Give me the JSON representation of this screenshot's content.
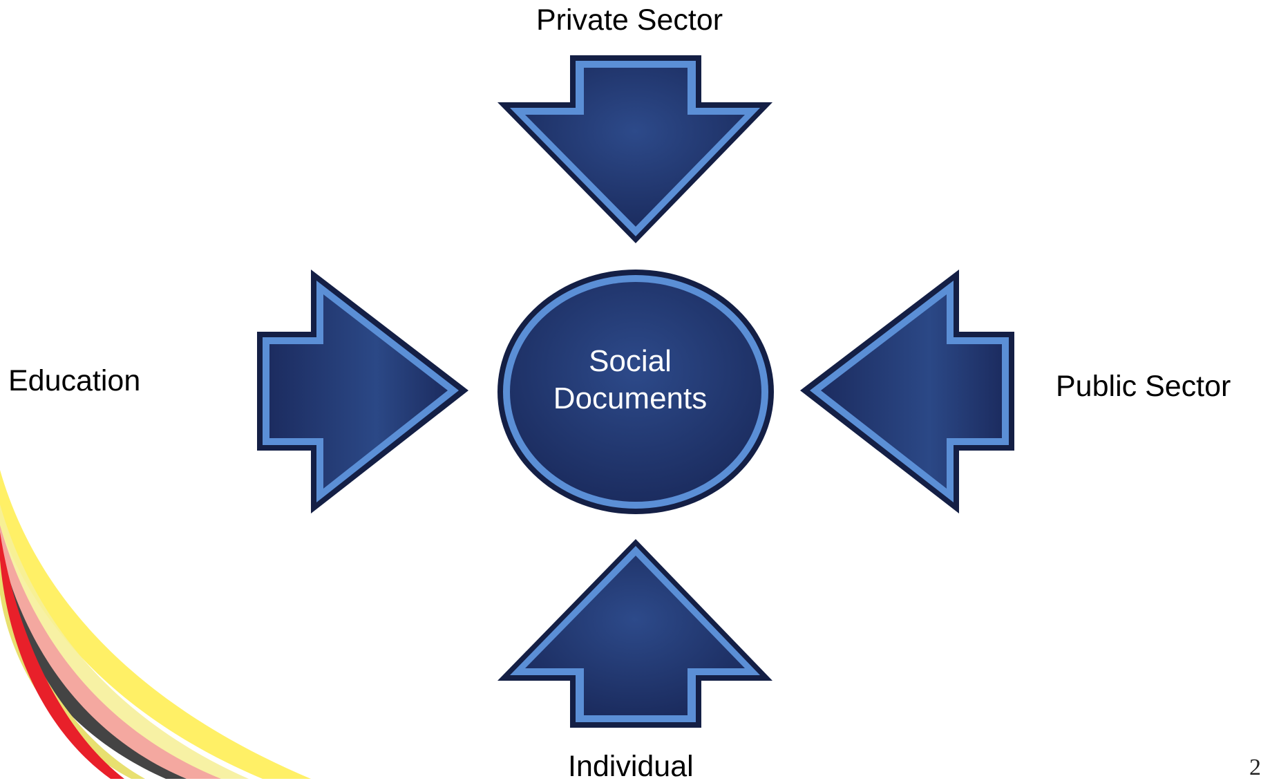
{
  "diagram": {
    "center": {
      "line1": "Social",
      "line2": "Documents"
    },
    "labels": {
      "top": "Private Sector",
      "left": "Education",
      "right": "Public Sector",
      "bottom": "Individual"
    }
  },
  "slide_number": "2",
  "colors": {
    "shape_fill_light": "#2d4a8a",
    "shape_fill_dark": "#1a2a5c",
    "shape_outline_light": "#5b8fd6",
    "shape_outline_dark": "#141f45",
    "swoosh": [
      "#ffee55",
      "#f4a8a0",
      "#444444",
      "#e8202a"
    ]
  }
}
